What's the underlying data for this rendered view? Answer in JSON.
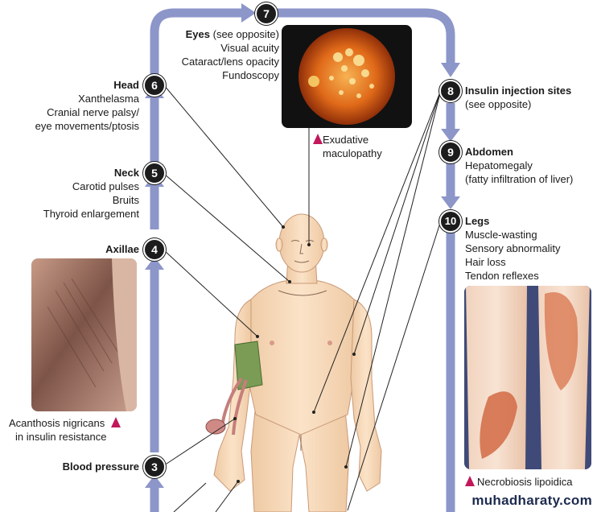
{
  "steps": {
    "s3": {
      "num": "3",
      "title": "Blood pressure"
    },
    "s4": {
      "num": "4",
      "title": "Axillae"
    },
    "s5": {
      "num": "5",
      "title": "Neck",
      "lines": [
        "Carotid pulses",
        "Bruits",
        "Thyroid enlargement"
      ]
    },
    "s6": {
      "num": "6",
      "title": "Head",
      "lines": [
        "Xanthelasma",
        "Cranial nerve palsy/",
        "eye movements/ptosis"
      ]
    },
    "s7": {
      "num": "7",
      "title": "Eyes",
      "title_suffix": " (see opposite)",
      "lines": [
        "Visual acuity",
        "Cataract/lens opacity",
        "Fundoscopy"
      ]
    },
    "s8": {
      "num": "8",
      "title": "Insulin injection sites",
      "lines": [
        "(see opposite)"
      ]
    },
    "s9": {
      "num": "9",
      "title": "Abdomen",
      "lines": [
        "Hepatomegaly",
        "(fatty infiltration of liver)"
      ]
    },
    "s10": {
      "num": "10",
      "title": "Legs",
      "lines": [
        "Muscle-wasting",
        "Sensory abnormality",
        "Hair loss",
        "Tendon reflexes"
      ]
    }
  },
  "captions": {
    "fundus": [
      "Exudative",
      "maculopathy"
    ],
    "acanthosis": [
      "Acanthosis nigricans",
      "in insulin resistance"
    ],
    "necrobiosis": "Necrobiosis lipoidica"
  },
  "watermark": "muhadharaty.com",
  "colors": {
    "arrow": "#8c96c9",
    "badge": "#1c1c1c",
    "marker": "#c2185b",
    "skin": "#f6d9b8"
  }
}
